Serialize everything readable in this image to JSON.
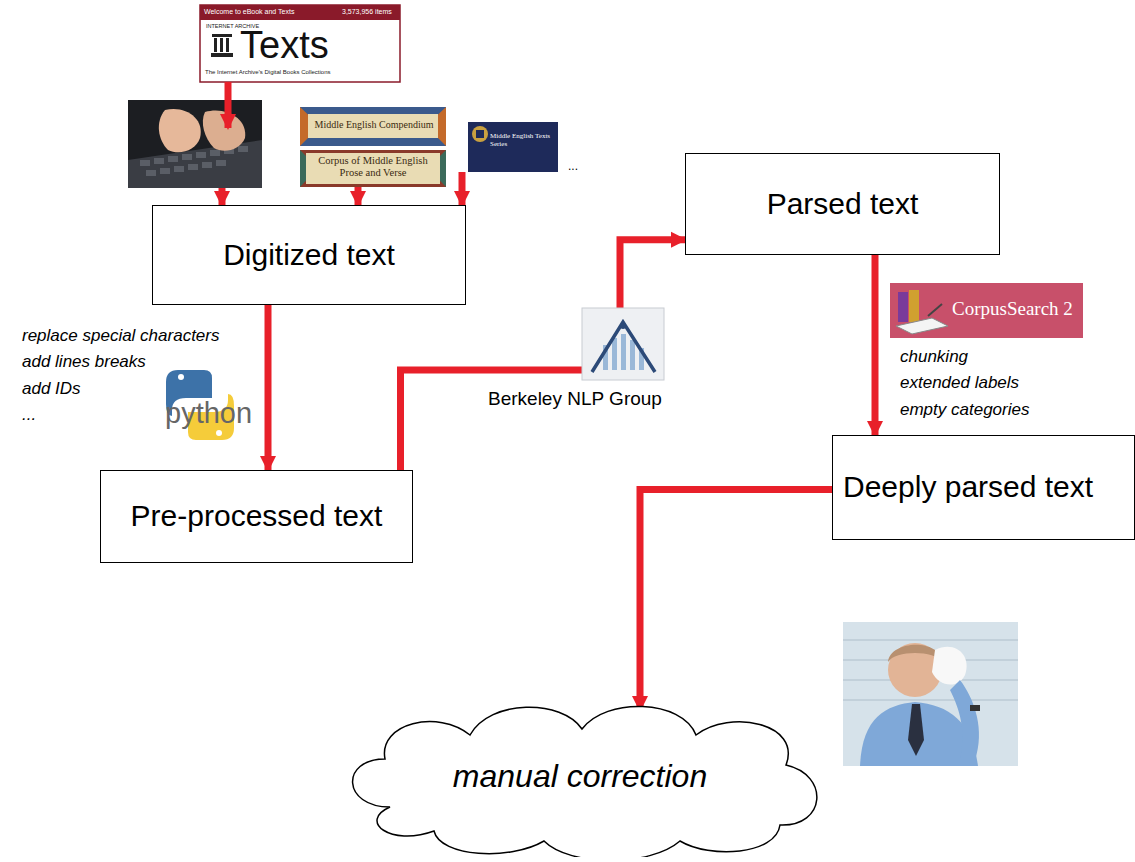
{
  "diagram": {
    "nodes": [
      {
        "text": [
          "Digitized text"
        ]
      },
      {
        "text": [
          "Pre-processed text"
        ]
      },
      {
        "text": [
          "Parsed text"
        ]
      },
      {
        "text": [
          "Deeply parsed text"
        ]
      },
      {
        "text": [
          "manual correction"
        ]
      }
    ],
    "edges": [
      {
        "from": 0,
        "to": 1,
        "arrow": "to"
      },
      {
        "from": 1,
        "to": 2,
        "arrow": "to"
      },
      {
        "from": 2,
        "to": 3,
        "arrow": "to"
      },
      {
        "from": 3,
        "to": 4,
        "arrow": "to"
      }
    ],
    "labels": [
      "Welcome to eBook and Texts",
      "3,573,956 items",
      "INTERNET ARCHIVE",
      "Texts",
      "The Internet Archive's Digital Books Collections",
      "Middle English Compendium",
      "Corpus of Middle English Prose and Verse",
      "Middle English Texts Series",
      "...",
      "replace special characters",
      "add lines breaks",
      "add IDs",
      "...",
      "python",
      "Berkeley NLP Group",
      "CorpusSearch 2",
      "chunking",
      "extended labels",
      "empty categories"
    ]
  }
}
